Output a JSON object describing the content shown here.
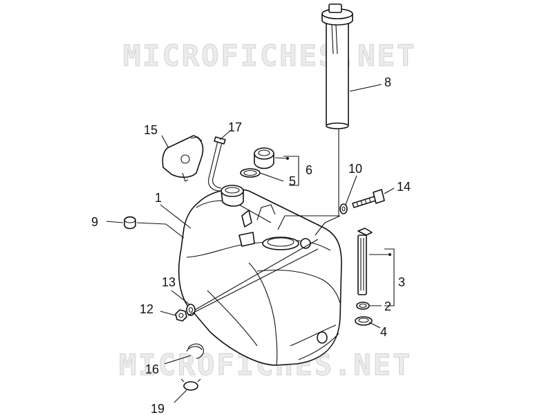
{
  "watermark": {
    "text_top": "MICROFICHES.NET",
    "text_bottom": "MICROFICHES.NET"
  },
  "callouts": {
    "c1": "1",
    "c2": "2",
    "c3": "3",
    "c4": "4",
    "c5": "5",
    "c6": "6",
    "c8": "8",
    "c9": "9",
    "c10": "10",
    "c12": "12",
    "c13": "13",
    "c14": "14",
    "c15": "15",
    "c16": "16",
    "c17": "17",
    "c19": "19"
  }
}
